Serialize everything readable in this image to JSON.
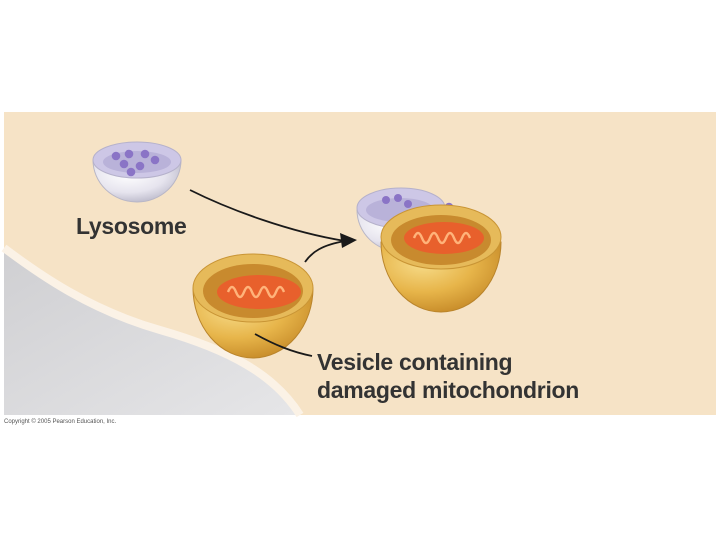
{
  "labels": {
    "lysosome": "Lysosome",
    "vesicle_line1": "Vesicle containing",
    "vesicle_line2": "damaged mitochondrion"
  },
  "copyright": "Copyright © 2005 Pearson Education, Inc.",
  "colors": {
    "background_panel": "#F6E3C6",
    "cytoplasm_gray": "#D8D8DA",
    "membrane_edge": "#FBF2E6",
    "lysosome_body": "#E4E2EC",
    "lysosome_interior": "#B9B2D9",
    "enzyme_dots": "#8A74C6",
    "vesicle_body": "#E9B84A",
    "vesicle_interior": "#C98A2E",
    "mitochondrion": "#E8602C",
    "arrow": "#1A1A1A"
  }
}
